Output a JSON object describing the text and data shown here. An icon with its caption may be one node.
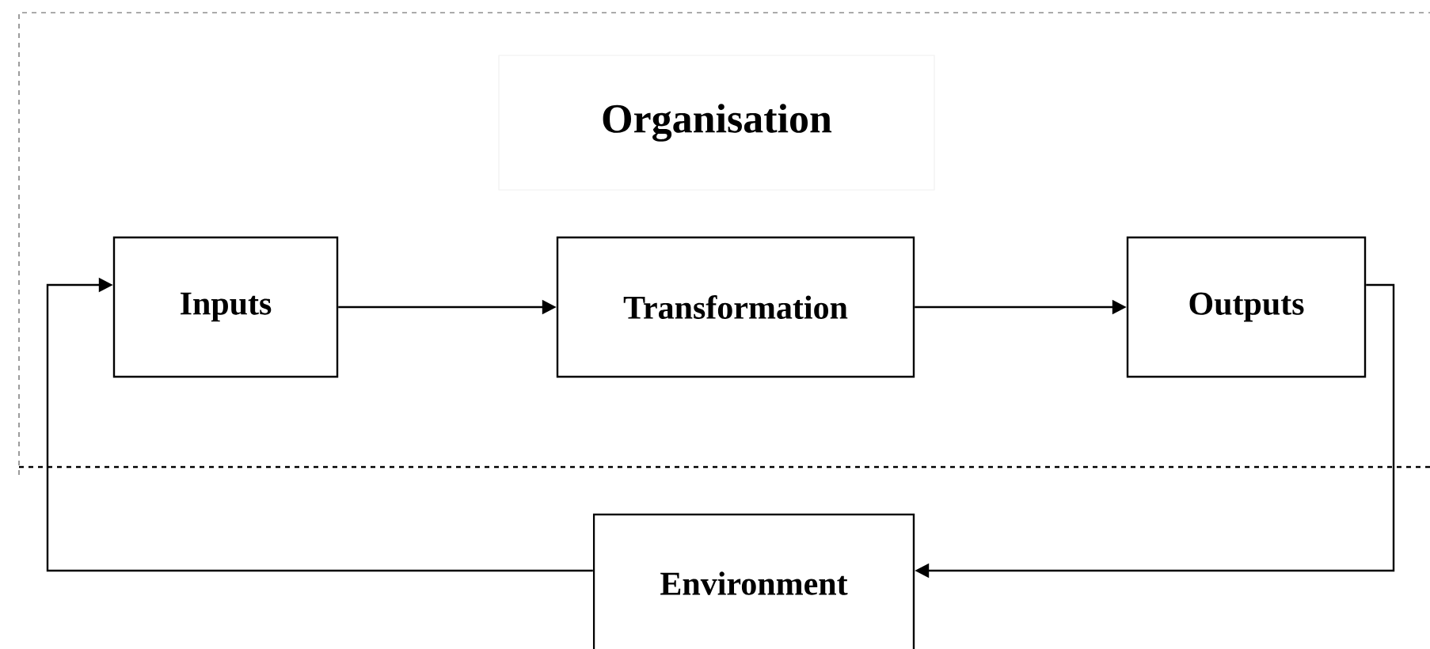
{
  "diagram": {
    "nodes": [
      {
        "text": [
          "Organisation"
        ]
      },
      {
        "text": [
          "Inputs"
        ],
        "in": 0
      },
      {
        "text": [
          "Transformation"
        ],
        "in": 0
      },
      {
        "text": [
          "Outputs"
        ],
        "in": 0
      },
      {
        "text": [
          "Environment"
        ]
      }
    ],
    "edges": [
      {
        "from": 1,
        "to": 2,
        "arrow": "to"
      },
      {
        "from": 2,
        "to": 3,
        "arrow": "to"
      },
      {
        "from": 3,
        "to": 4,
        "arrow": "to"
      },
      {
        "from": 4,
        "to": 1,
        "arrow": "to"
      }
    ]
  }
}
